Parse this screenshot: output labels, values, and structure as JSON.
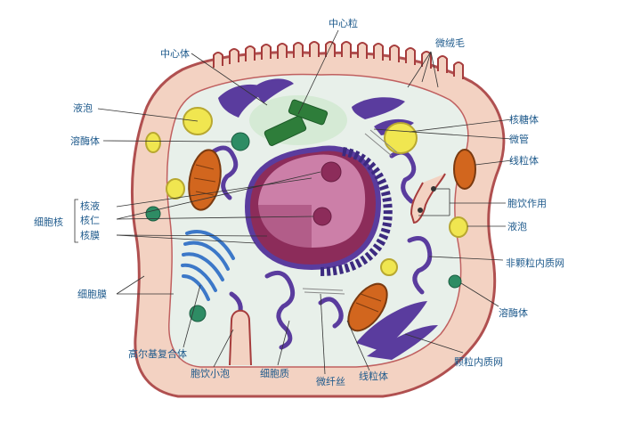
{
  "labels": {
    "centriole": "中心粒",
    "microvilli": "微绒毛",
    "centrosome": "中心体",
    "vacuole_left": "液泡",
    "lysosome_left": "溶酶体",
    "nuclear_sap": "核液",
    "nucleolus": "核仁",
    "nuclear_envelope": "核膜",
    "nucleus_group": "细胞核",
    "cell_membrane": "细胞膜",
    "golgi": "高尔基复合体",
    "pinocytic_vesicle": "胞饮小泡",
    "cytoplasm": "细胞质",
    "microfilament": "微纤丝",
    "mitochondria_bottom": "线粒体",
    "ribosome": "核糖体",
    "microtubule": "微管",
    "mitochondria_right": "线粒体",
    "pinocytosis": "胞饮作用",
    "vacuole_right": "液泡",
    "smooth_er": "非颗粒内质网",
    "lysosome_right": "溶酶体",
    "rough_er": "颗粒内质网"
  },
  "colors": {
    "label_text": "#1e5a8c",
    "leader_line": "#333333",
    "outer_cytoplasm": "#f3d2c2",
    "inner_cytoplasm": "#e8f0ea",
    "membrane": "#a63c3c",
    "nucleus": "#cc7fa8",
    "nucleolus": "#8c2c5a",
    "er_purple": "#5a3c9e",
    "golgi_blue": "#3c78c8",
    "mitochondria": "#d2661e",
    "vacuole": "#f0e650",
    "lysosome": "#2e8c64",
    "centrosome": "#2e7d3a"
  }
}
